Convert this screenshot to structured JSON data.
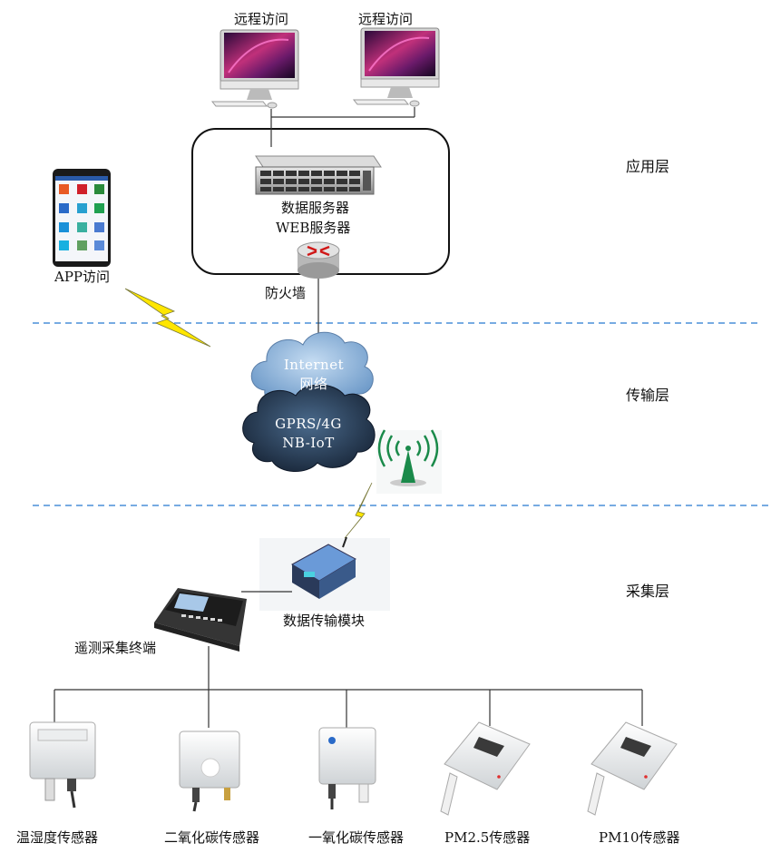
{
  "top": {
    "remote_access_left": "远程访问",
    "remote_access_right": "远程访问"
  },
  "server": {
    "line1": "数据服务器",
    "line2": "WEB服务器"
  },
  "firewall": "防火墙",
  "app_access": "APP访问",
  "layers": {
    "application": "应用层",
    "transport": "传输层",
    "collection": "采集层"
  },
  "clouds": {
    "upper_line1": "Internet",
    "upper_line2": "网络",
    "lower_line1": "GPRS/4G",
    "lower_line2": "NB-IoT"
  },
  "data_module": "数据传输模块",
  "terminal": "遥测采集终端",
  "sensors": [
    {
      "label": "温湿度传感器"
    },
    {
      "label": "二氧化碳传感器"
    },
    {
      "label": "一氧化碳传感器"
    },
    {
      "label": "PM2.5传感器"
    },
    {
      "label": "PM10传感器"
    }
  ],
  "colors": {
    "dash_line": "#4a8fd8",
    "cloud_light": "#8fb3d9",
    "cloud_dark": "#1d2d45",
    "tower_green": "#1a8a4a",
    "lightning": "#ffe600"
  }
}
